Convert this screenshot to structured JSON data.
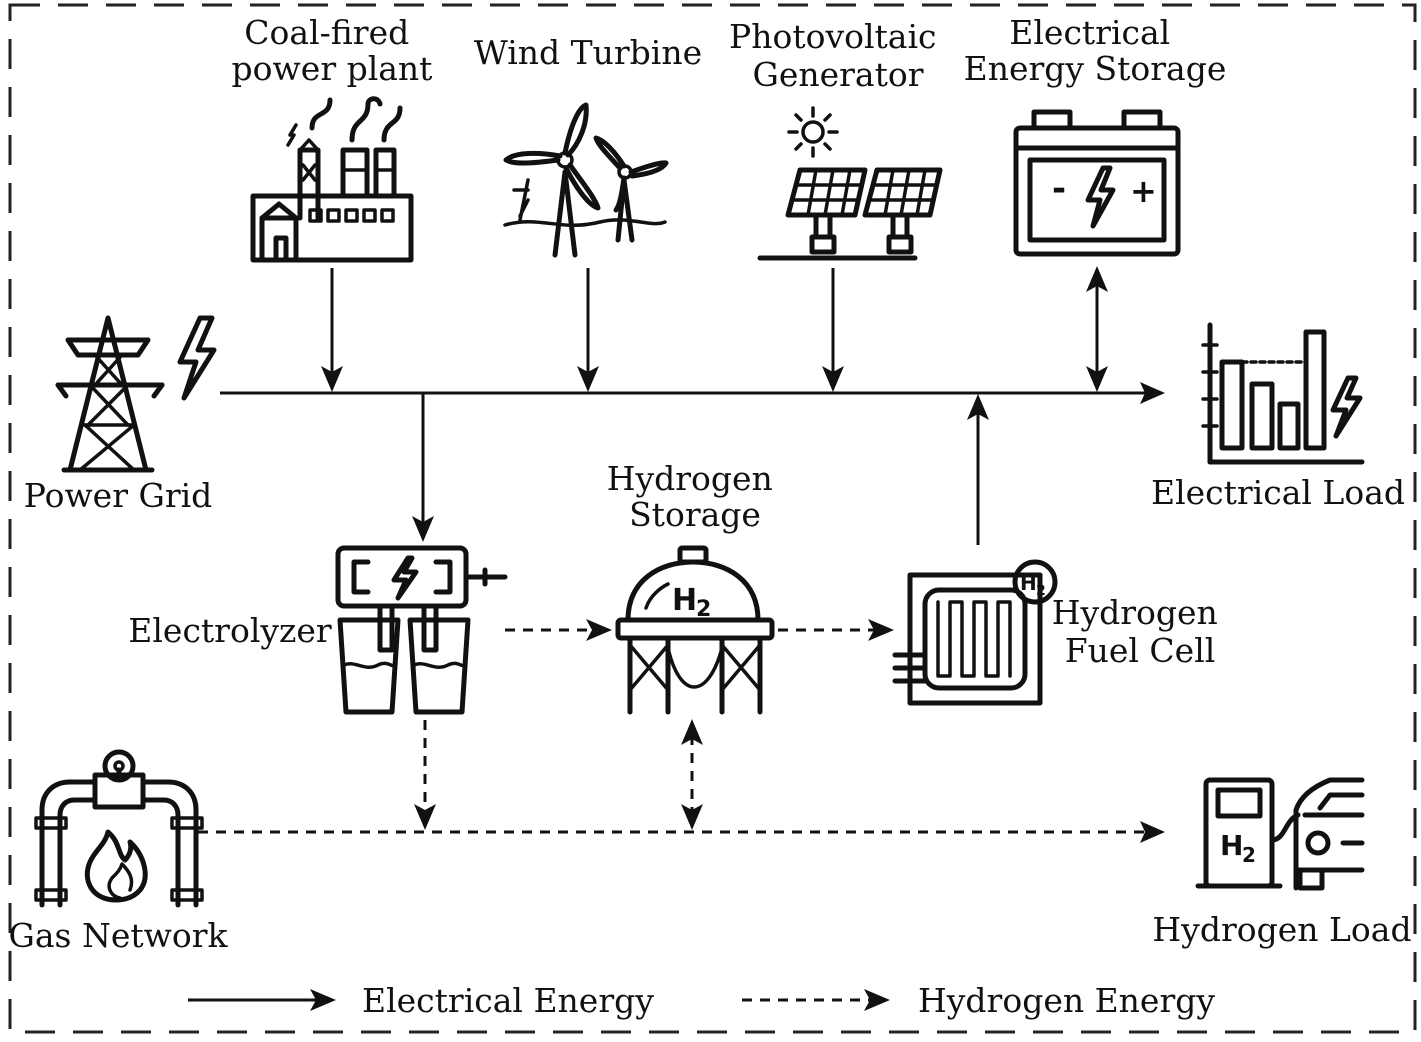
{
  "nodes": {
    "coal_plant": [
      "Coal-fired",
      "power plant"
    ],
    "wind_turbine": [
      "Wind Turbine"
    ],
    "pv_generator": [
      "Photovoltaic",
      "Generator"
    ],
    "energy_storage": [
      "Electrical",
      "Energy Storage"
    ],
    "power_grid": [
      "Power Grid"
    ],
    "electrical_load": [
      "Electrical Load"
    ],
    "hydrogen_storage": [
      "Hydrogen",
      "Storage"
    ],
    "electrolyzer": [
      "Electrolyzer"
    ],
    "fuel_cell": [
      "Hydrogen",
      "Fuel Cell"
    ],
    "gas_network": [
      "Gas Network"
    ],
    "hydrogen_load": [
      "Hydrogen Load"
    ]
  },
  "icon_text": {
    "h2": "H",
    "h2_sub": "2",
    "minus": "-",
    "plus": "+"
  },
  "legend": {
    "electrical": "Electrical Energy",
    "hydrogen": "Hydrogen Energy"
  },
  "icons": [
    "coal-plant-icon",
    "wind-turbine-icon",
    "solar-panel-icon",
    "battery-icon",
    "transmission-tower-icon",
    "bar-chart-icon",
    "electrolyzer-icon",
    "hydrogen-tank-icon",
    "fuel-cell-icon",
    "gas-pipe-icon",
    "hydrogen-pump-icon"
  ]
}
